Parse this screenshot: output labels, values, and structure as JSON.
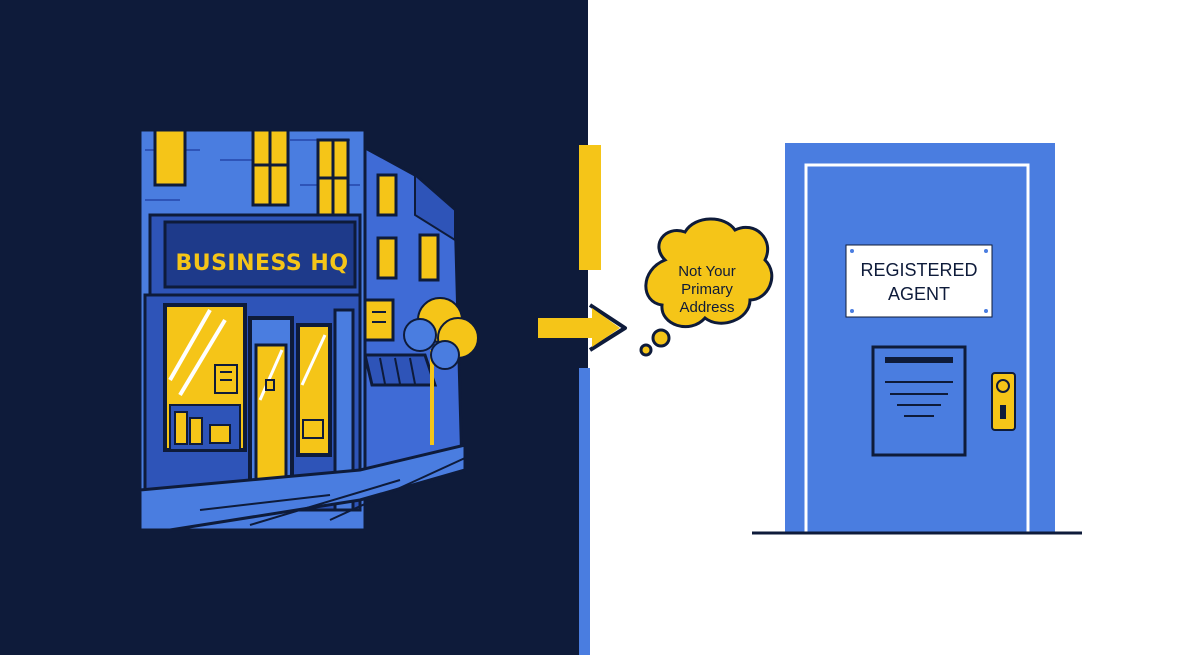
{
  "storefront": {
    "sign": "BUSINESS HQ"
  },
  "thought_bubble": {
    "lines": [
      "Not Your",
      "Primary",
      "Address"
    ]
  },
  "door": {
    "plaque_lines": [
      "REGISTERED",
      "AGENT"
    ]
  },
  "colors": {
    "navy": "#0e1b3a",
    "blue": "#4a7de0",
    "yellow": "#f5c518",
    "white": "#ffffff"
  },
  "icons": [
    "storefront-illustration",
    "arrow-right-icon",
    "thought-bubble-icon",
    "door-illustration",
    "mail-slot-icon",
    "door-handle-icon"
  ]
}
